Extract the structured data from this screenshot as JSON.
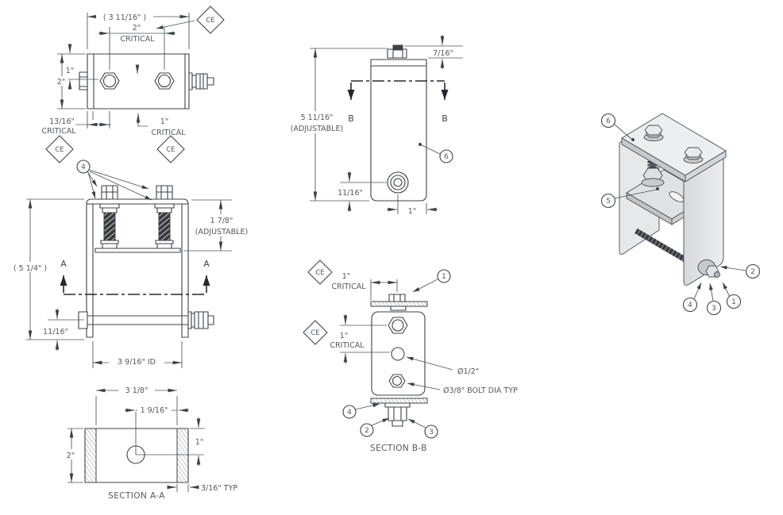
{
  "drawing": {
    "shared": {
      "ce": "CE",
      "critical": "CRITICAL",
      "section_a": "A",
      "section_b": "B"
    },
    "top_view": {
      "overall_width": "( 3 11/16\" )",
      "bolt_spacing": "2\"",
      "top_to_bolt": "1\"",
      "height": "2\"",
      "edge_to_bolt": "13/16\"",
      "center_to_bolt": "1\""
    },
    "front_view": {
      "balloon_4": "4",
      "stud_height": "1 7/8\"",
      "stud_height_note": "(ADJUSTABLE)",
      "overall_height": "( 5 1/4\" )",
      "rod_to_bottom": "11/16\"",
      "inner_width": "3 9/16\" ID"
    },
    "section_aa": {
      "title": "SECTION A-A",
      "width": "3 1/8\"",
      "center_to_wall": "1 9/16\"",
      "top_to_hole": "1\"",
      "height": "2\"",
      "wall_thickness": "3/16\" TYP"
    },
    "side_view": {
      "balloon_6": "6",
      "bolt_height": "7/16\"",
      "overall_height": "5 11/16\"",
      "overall_height_note": "(ADJUSTABLE)",
      "hole_to_bottom": "11/16\"",
      "hole_to_edge": "1\""
    },
    "section_bb": {
      "title": "SECTION B-B",
      "edge_to_stud": "1\"",
      "nut_to_hole": "1\"",
      "hole_dia": "Ø1/2\"",
      "bolt_dia": "Ø3/8\" BOLT DIA TYP",
      "balloon_1": "1",
      "balloon_2": "2",
      "balloon_3": "3",
      "balloon_4": "4"
    },
    "iso_view": {
      "balloon_1": "1",
      "balloon_2": "2",
      "balloon_3": "3",
      "balloon_4": "4",
      "balloon_5": "5",
      "balloon_6": "6"
    }
  }
}
